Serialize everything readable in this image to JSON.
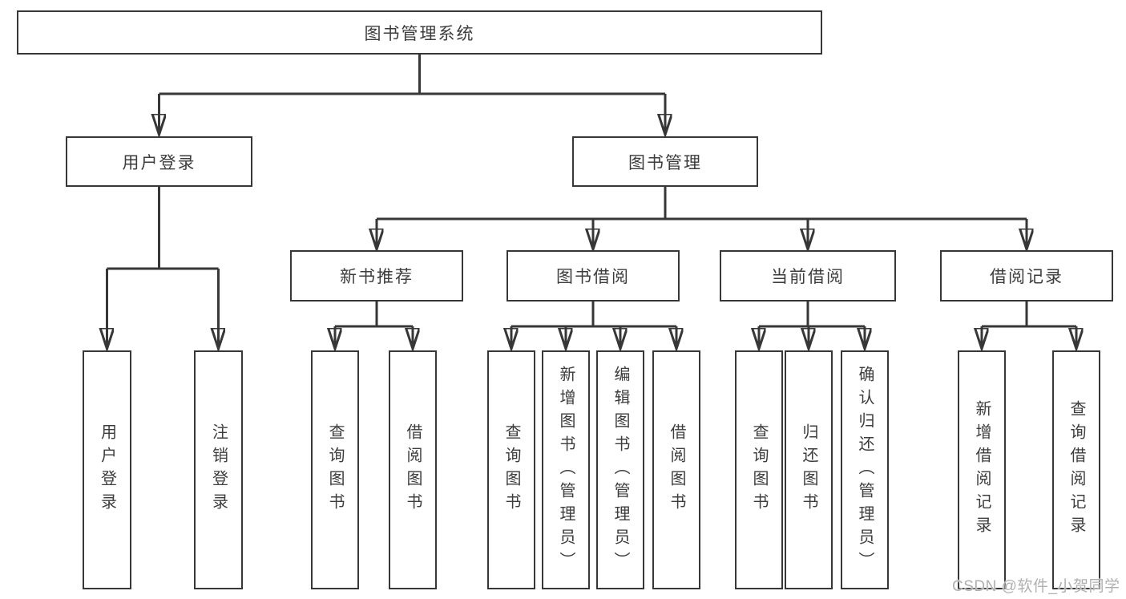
{
  "tree": {
    "label": "图书管理系统",
    "children": [
      {
        "label": "用户登录",
        "children": [
          {
            "label": "用户登录"
          },
          {
            "label": "注销登录"
          }
        ]
      },
      {
        "label": "图书管理",
        "children": [
          {
            "label": "新书推荐",
            "children": [
              {
                "label": "查询图书"
              },
              {
                "label": "借阅图书"
              }
            ]
          },
          {
            "label": "图书借阅",
            "children": [
              {
                "label": "查询图书"
              },
              {
                "label": "新增图书（管理员）"
              },
              {
                "label": "编辑图书（管理员）"
              },
              {
                "label": "借阅图书"
              }
            ]
          },
          {
            "label": "当前借阅",
            "children": [
              {
                "label": "查询图书"
              },
              {
                "label": "归还图书"
              },
              {
                "label": "确认归还（管理员）"
              }
            ]
          },
          {
            "label": "借阅记录",
            "children": [
              {
                "label": "新增借阅记录"
              },
              {
                "label": "查询借阅记录"
              }
            ]
          }
        ]
      }
    ]
  },
  "watermark": {
    "text": "CSDN @软件_小贺同学"
  },
  "colors": {
    "line": "#373737",
    "text": "#3d3d3d",
    "watermark": "#b0b0b0",
    "background": "#ffffff"
  }
}
